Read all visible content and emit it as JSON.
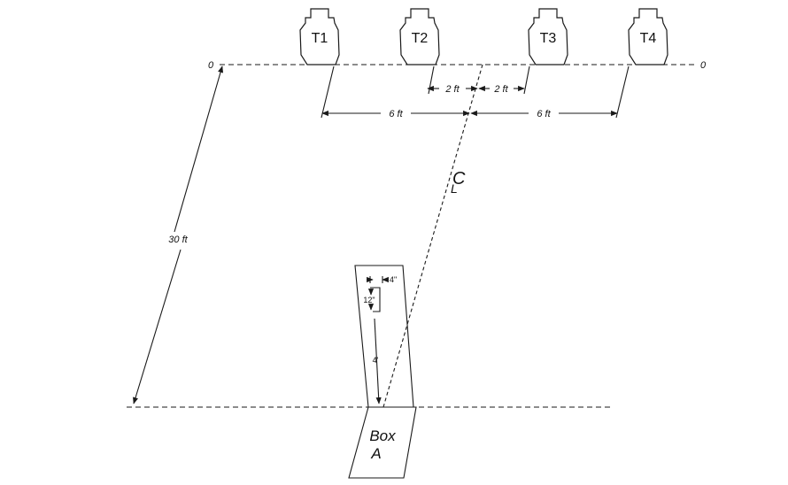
{
  "diagram": {
    "targets": [
      "T1",
      "T2",
      "T3",
      "T4"
    ],
    "zero_left": "0",
    "zero_right": "0",
    "dim_left_inner": "2 ft",
    "dim_right_inner": "2 ft",
    "dim_left_outer": "6 ft",
    "dim_right_outer": "6 ft",
    "distance": "30 ft",
    "centerline_symbol": "CL",
    "box_width": "4\"",
    "box_height": "12\"",
    "box_length": "4'",
    "box_label_line1": "Box",
    "box_label_line2": "A"
  }
}
